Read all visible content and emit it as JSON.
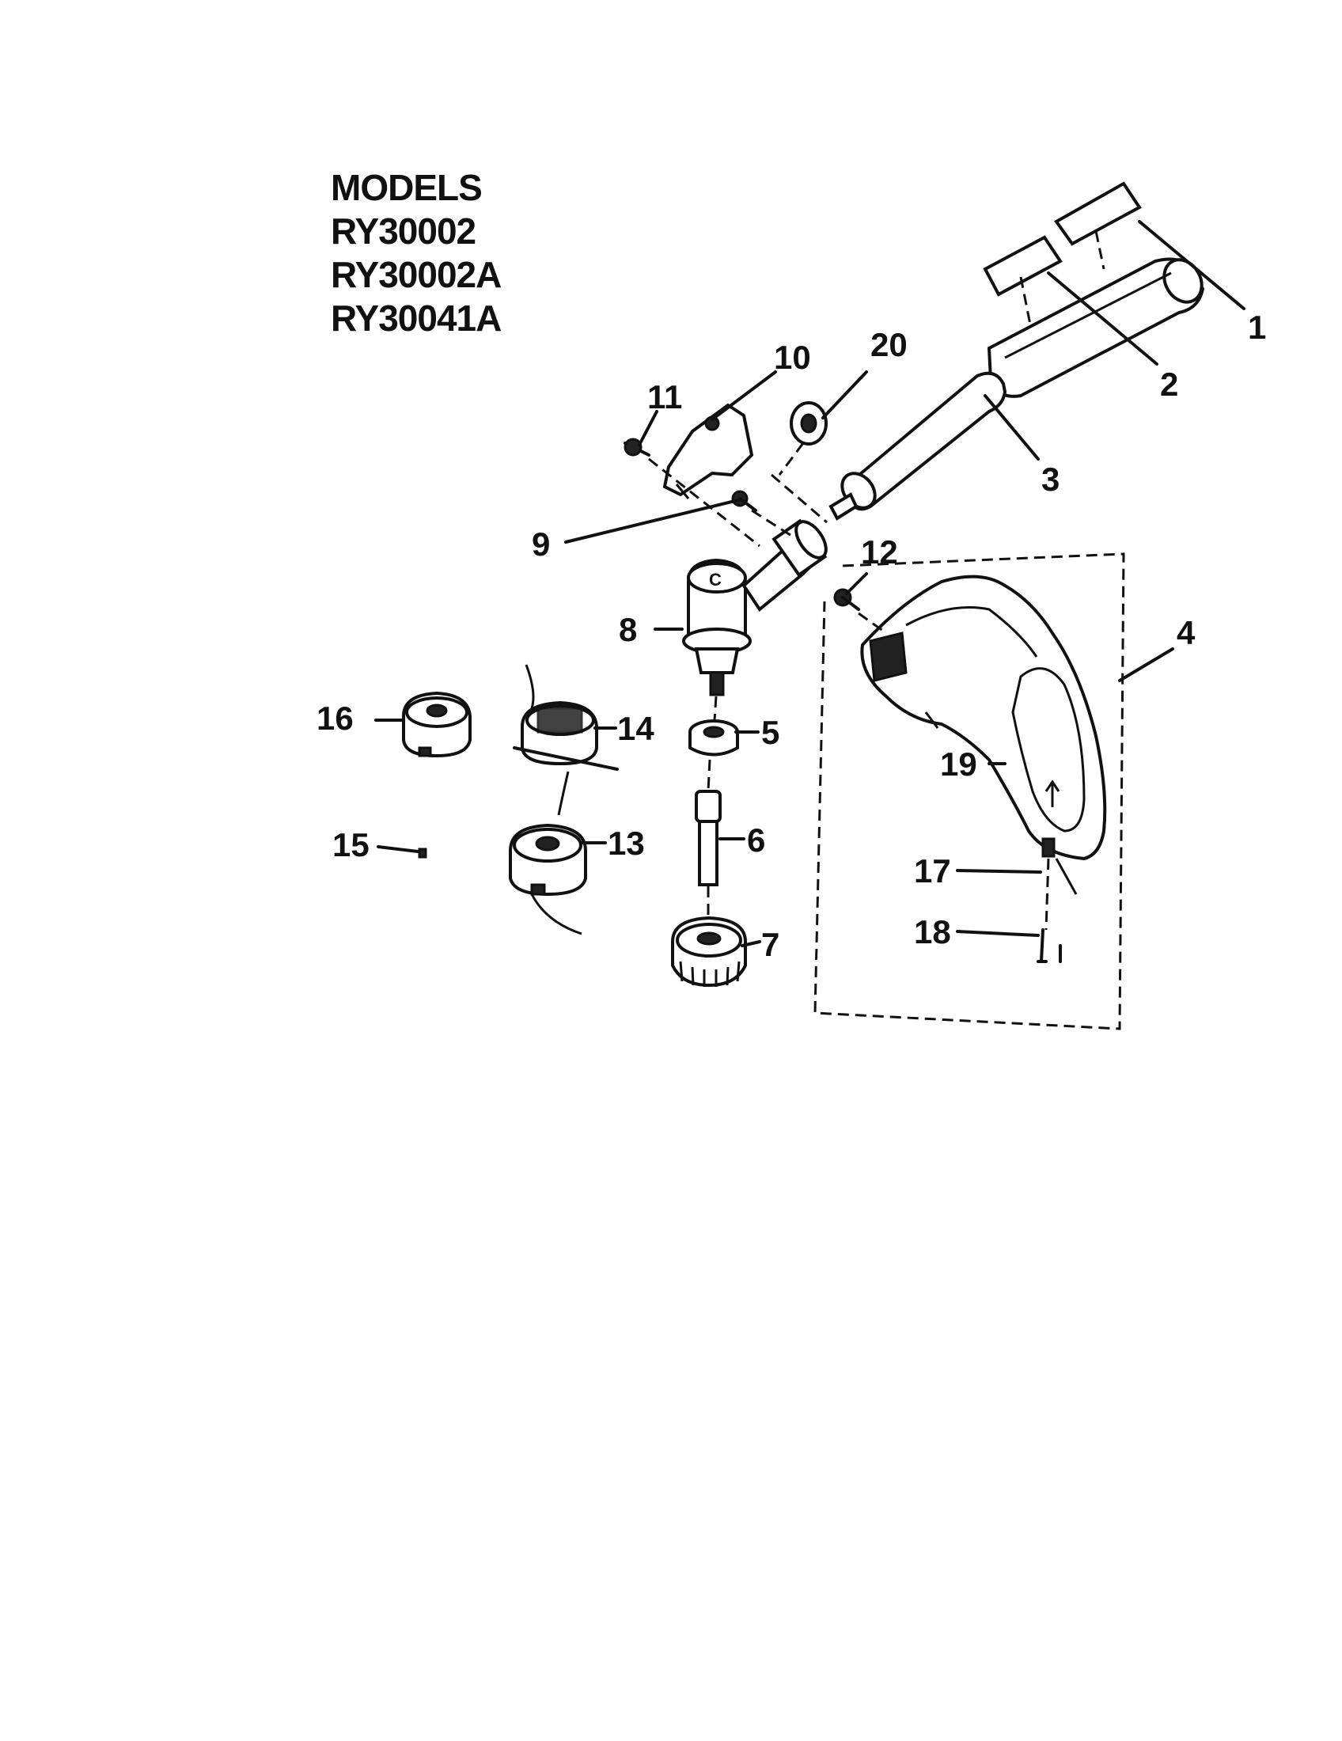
{
  "models": {
    "heading": "MODELS",
    "list": [
      "RY30002",
      "RY30002A",
      "RY30041A"
    ]
  },
  "callouts": {
    "p1": "1",
    "p2": "2",
    "p3": "3",
    "p4": "4",
    "p5": "5",
    "p6": "6",
    "p7": "7",
    "p8": "8",
    "p9": "9",
    "p10": "10",
    "p11": "11",
    "p12": "12",
    "p13": "13",
    "p14": "14",
    "p15": "15",
    "p16": "16",
    "p17": "17",
    "p18": "18",
    "p19": "19",
    "p20": "20"
  }
}
